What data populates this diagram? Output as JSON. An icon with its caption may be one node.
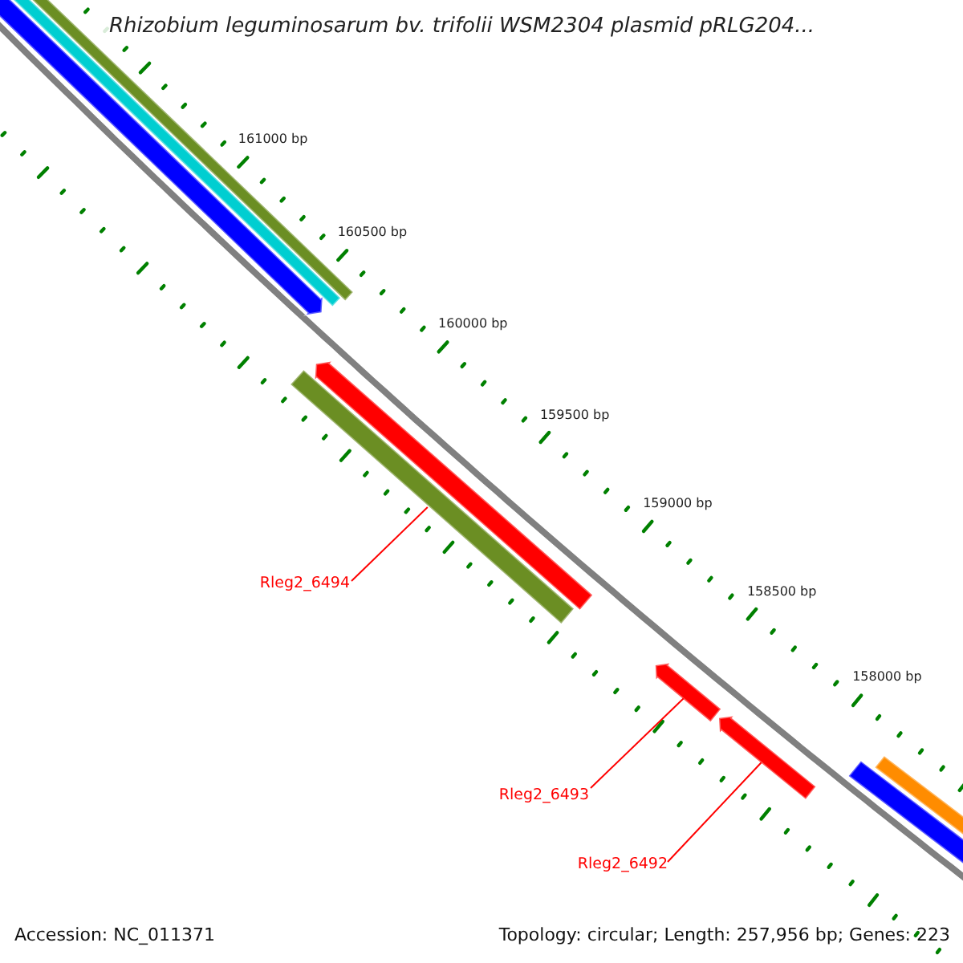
{
  "diagram": {
    "title": "Rhizobium leguminosarum bv. trifolii WSM2304 plasmid pRLG204...",
    "nodes": [
      {
        "text": [
          "Rleg2_6494"
        ]
      },
      {
        "text": [],
        "shape": "bar"
      },
      {
        "text": [
          "Rleg2_6493"
        ]
      },
      {
        "text": [],
        "shape": "bar"
      },
      {
        "text": [
          "Rleg2_6492"
        ]
      },
      {
        "text": [],
        "shape": "bar"
      }
    ],
    "edges": [
      {
        "from": 0,
        "to": 1,
        "arrow": "none"
      },
      {
        "from": 2,
        "to": 3,
        "arrow": "none"
      },
      {
        "from": 4,
        "to": 5,
        "arrow": "none"
      }
    ],
    "labels": [
      "161000 bp",
      "160500 bp",
      "160000 bp",
      "159500 bp",
      "159000 bp",
      "158500 bp",
      "158000 bp",
      "Accession: NC_011371",
      "Topology: circular; Length: 257,956 bp; Genes: 223"
    ]
  }
}
